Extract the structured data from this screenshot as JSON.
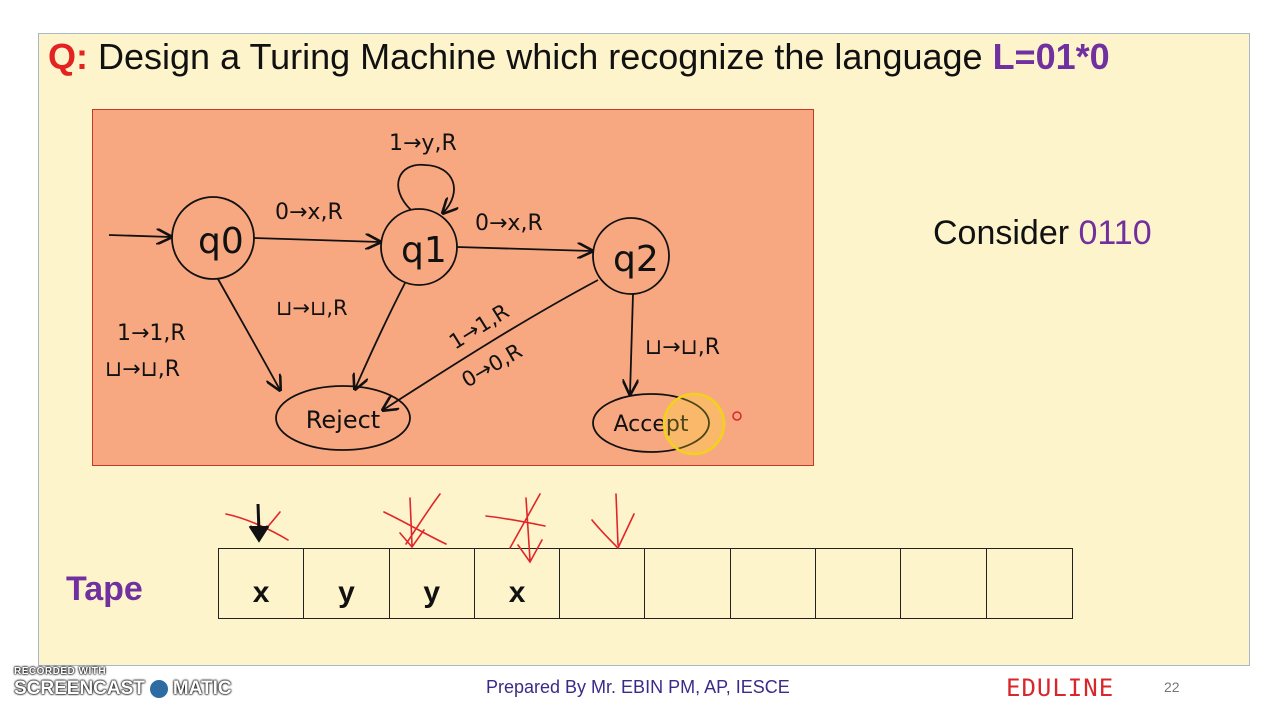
{
  "title": {
    "q_label": "Q:",
    "text": " Design a Turing Machine which recognize the language ",
    "language": "L=01*0"
  },
  "diagram": {
    "states": {
      "q0": "q0",
      "q1": "q1",
      "q2": "q2",
      "reject": "Reject",
      "accept": "Accept"
    },
    "transitions": {
      "q1_loop": "1→y,R",
      "q0_q1": "0→x,R",
      "q1_q2": "0→x,R",
      "q1_reject": "⊔→⊔,R",
      "q0_reject_1": "1→1,R",
      "q0_reject_2": "⊔→⊔,R",
      "q2_reject_1": "1→1,R",
      "q2_reject_2": "0→0,R",
      "q2_accept": "⊔→⊔,R"
    }
  },
  "consider": {
    "label": "Consider ",
    "string": "0110"
  },
  "tape": {
    "label": "Tape",
    "cells": [
      "x",
      "y",
      "y",
      "x",
      "",
      "",
      "",
      "",
      "",
      ""
    ]
  },
  "footer": {
    "prepared": "Prepared By Mr. EBIN PM, AP, IESCE",
    "brand": "EDULINE",
    "page": "22"
  },
  "watermark": {
    "line1": "RECORDED WITH",
    "left": "SCREENCAST",
    "right": "MATIC"
  },
  "colors": {
    "title_q": "#e32222",
    "accent_purple": "#7030a0",
    "diagram_bg": "#f8a880",
    "slide_bg": "#fdf4cc",
    "brand_red": "#d9262b"
  }
}
